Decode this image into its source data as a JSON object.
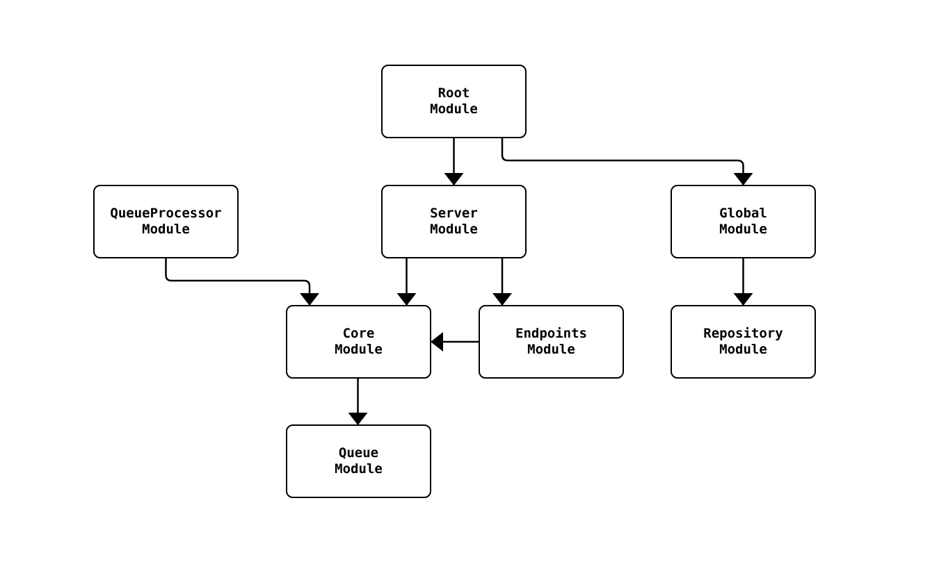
{
  "diagram": {
    "type": "flowchart",
    "colors": {
      "background": "#ffffff",
      "node_fill": "#ffffff",
      "node_border": "#000000",
      "edge": "#000000",
      "text": "#000000"
    },
    "nodes": {
      "root": {
        "line1": "Root",
        "line2": "Module"
      },
      "queueprocessor": {
        "line1": "QueueProcessor",
        "line2": "Module"
      },
      "server": {
        "line1": "Server",
        "line2": "Module"
      },
      "global": {
        "line1": "Global",
        "line2": "Module"
      },
      "core": {
        "line1": "Core",
        "line2": "Module"
      },
      "endpoints": {
        "line1": "Endpoints",
        "line2": "Module"
      },
      "repository": {
        "line1": "Repository",
        "line2": "Module"
      },
      "queue": {
        "line1": "Queue",
        "line2": "Module"
      }
    },
    "edges": [
      {
        "from": "Root Module",
        "to": "Server Module"
      },
      {
        "from": "Root Module",
        "to": "Global Module"
      },
      {
        "from": "QueueProcessor Module",
        "to": "Core Module"
      },
      {
        "from": "Server Module",
        "to": "Core Module"
      },
      {
        "from": "Server Module",
        "to": "Endpoints Module"
      },
      {
        "from": "Endpoints Module",
        "to": "Core Module"
      },
      {
        "from": "Global Module",
        "to": "Repository Module"
      },
      {
        "from": "Core Module",
        "to": "Queue Module"
      }
    ]
  }
}
